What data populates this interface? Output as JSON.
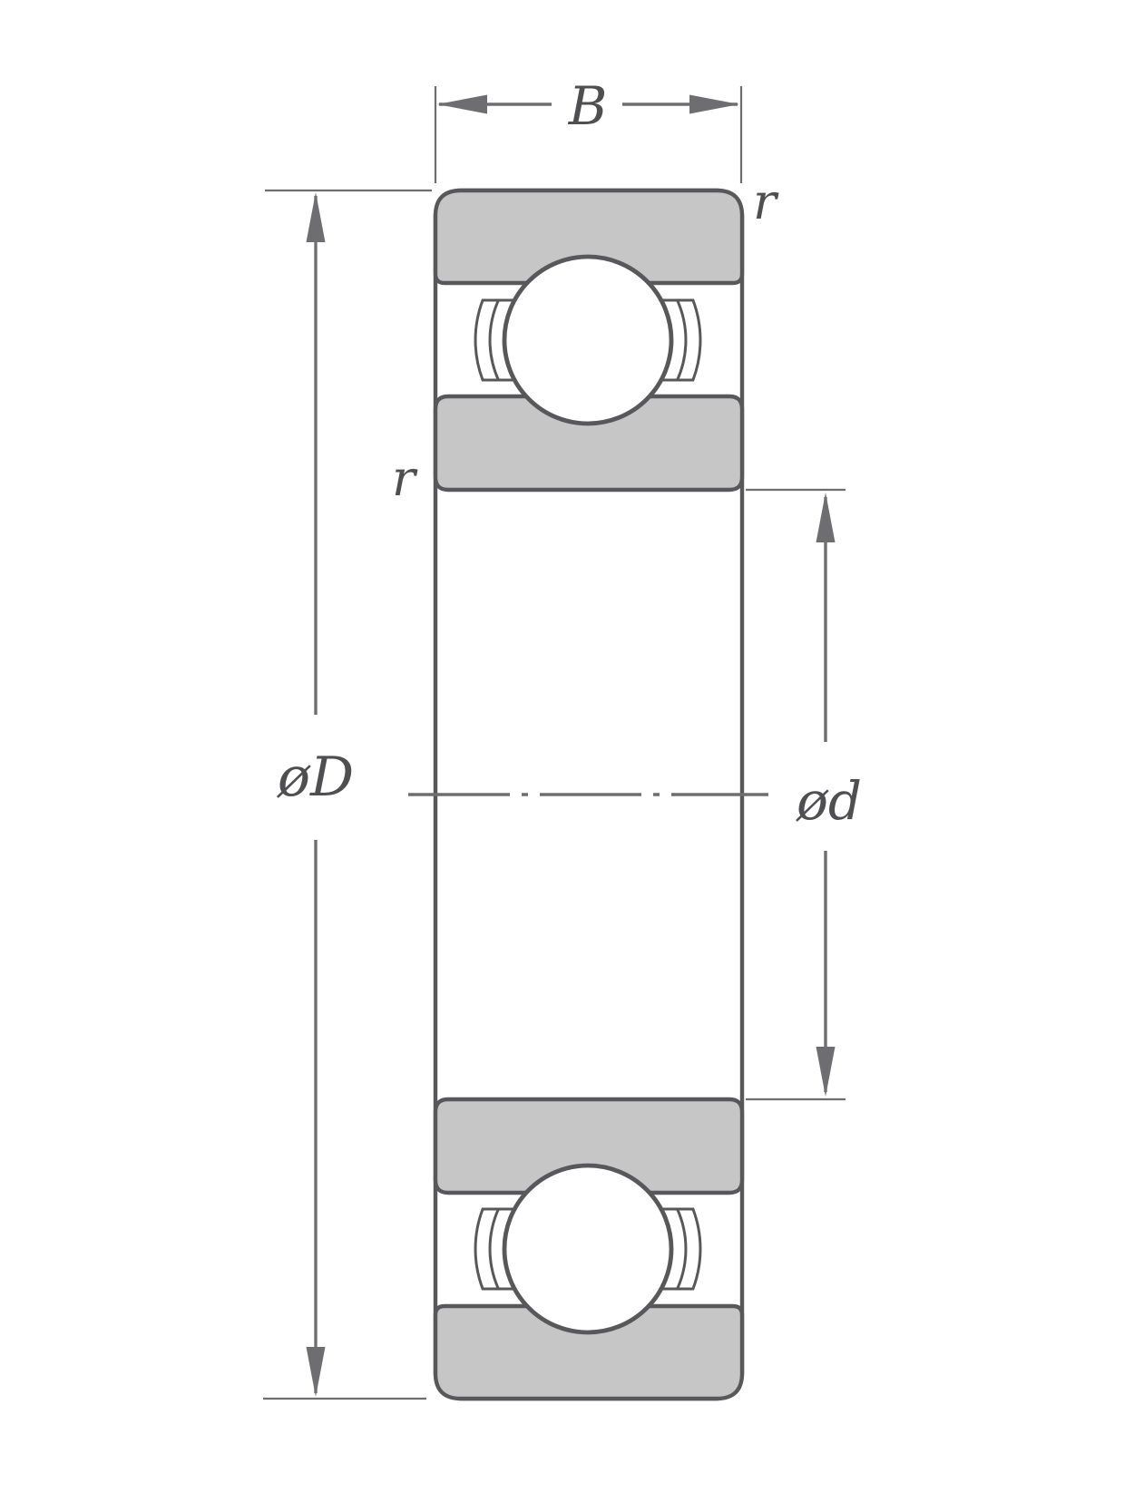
{
  "diagram": {
    "type": "ball-bearing-cross-section",
    "labels": {
      "width": "B",
      "outer_diameter": "øD",
      "inner_diameter": "ød",
      "outer_corner_radius": "r",
      "inner_corner_radius": "r"
    },
    "colors": {
      "background": "#ffffff",
      "ring_fill": "#c6c6c6",
      "outline": "#58585a",
      "dimension": "#6e6e70",
      "text": "#4f4f51"
    }
  }
}
